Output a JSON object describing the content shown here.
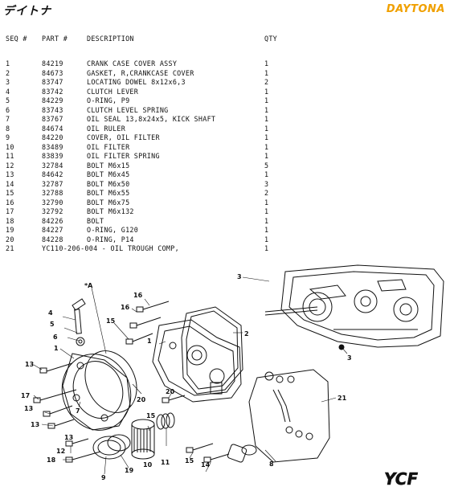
{
  "brand_left": "デイトナ",
  "brand_right": "DAYTONA",
  "headers": {
    "seq": "SEQ #",
    "part": "PART #",
    "desc": "DESCRIPTION",
    "qty": "QTY"
  },
  "rows": [
    {
      "seq": "1",
      "part": "84219",
      "desc": "CRANK CASE COVER ASSY",
      "qty": "1"
    },
    {
      "seq": "2",
      "part": "84673",
      "desc": "GASKET, R,CRANKCASE COVER",
      "qty": "1"
    },
    {
      "seq": "3",
      "part": "83747",
      "desc": "LOCATING DOWEL 8x12x6,3",
      "qty": "2"
    },
    {
      "seq": "4",
      "part": "83742",
      "desc": "CLUTCH LEVER",
      "qty": "1"
    },
    {
      "seq": "5",
      "part": "84229",
      "desc": "O-RING, P9",
      "qty": "1"
    },
    {
      "seq": "6",
      "part": "83743",
      "desc": "CLUTCH LEVEL SPRING",
      "qty": "1"
    },
    {
      "seq": "7",
      "part": "83767",
      "desc": "OIL SEAL 13,8x24x5, KICK SHAFT",
      "qty": "1"
    },
    {
      "seq": "8",
      "part": "84674",
      "desc": "OIL RULER",
      "qty": "1"
    },
    {
      "seq": "9",
      "part": "84220",
      "desc": "COVER, OIL FILTER",
      "qty": "1"
    },
    {
      "seq": "10",
      "part": "83489",
      "desc": "OIL FILTER",
      "qty": "1"
    },
    {
      "seq": "11",
      "part": "83839",
      "desc": "OIL FILTER SPRING",
      "qty": "1"
    },
    {
      "seq": "12",
      "part": "32784",
      "desc": "BOLT M6x15",
      "qty": "5"
    },
    {
      "seq": "13",
      "part": "84642",
      "desc": "BOLT M6x45",
      "qty": "1"
    },
    {
      "seq": "14",
      "part": "32787",
      "desc": "BOLT M6x50",
      "qty": "3"
    },
    {
      "seq": "15",
      "part": "32788",
      "desc": "BOLT M6x55",
      "qty": "2"
    },
    {
      "seq": "16",
      "part": "32790",
      "desc": "BOLT M6x75",
      "qty": "1"
    },
    {
      "seq": "17",
      "part": "32792",
      "desc": "BOLT M6x132",
      "qty": "1"
    },
    {
      "seq": "18",
      "part": "84226",
      "desc": "BOLT",
      "qty": "1"
    },
    {
      "seq": "19",
      "part": "84227",
      "desc": "O-RING, G120",
      "qty": "1"
    },
    {
      "seq": "20",
      "part": "84228",
      "desc": "O-RING, P14",
      "qty": "1"
    },
    {
      "seq": "21",
      "part": "YC110-206-004 - OIL TROUGH COMP,",
      "desc": "",
      "qty": "1"
    }
  ],
  "callouts": {
    "a": "1",
    "b": "2",
    "c": "3",
    "d": "3",
    "e": "4",
    "f": "5",
    "g": "6",
    "h": "7",
    "i": "8",
    "j": "9",
    "k": "10",
    "l": "11",
    "m": "12",
    "n": "13",
    "o": "13",
    "p": "13",
    "q": "13",
    "r": "14",
    "s": "15",
    "t": "15",
    "u": "15",
    "v": "16",
    "w": "16",
    "x": "17",
    "y": "18",
    "z": "19",
    "aa": "20",
    "ab": "20",
    "ac": "21",
    "ad": "*A",
    "ae": "1"
  },
  "footer_logo": "YCF"
}
